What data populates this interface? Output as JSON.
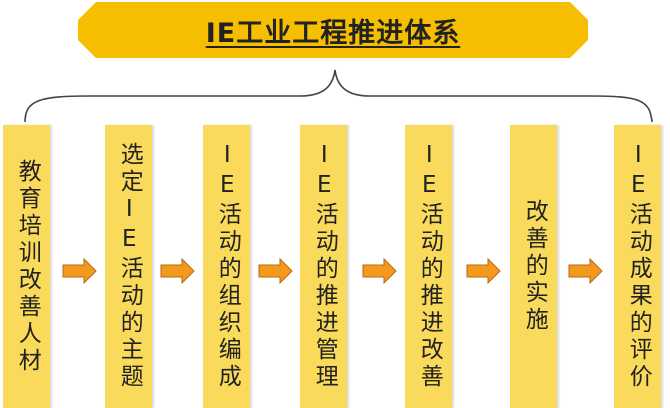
{
  "title": "IE工业工程推进体系",
  "steps": [
    "教育培训改善人材",
    "选定IE活动的主题",
    "IE活动的组织编成",
    "IE活动的推进管理",
    "IE活动的推进改善",
    "改善的实施",
    "IE活动成果的评价"
  ],
  "colors": {
    "title_bg": "#F6BE00",
    "step_bg": "#F9DA5B",
    "arrow": "#F39A1E"
  }
}
